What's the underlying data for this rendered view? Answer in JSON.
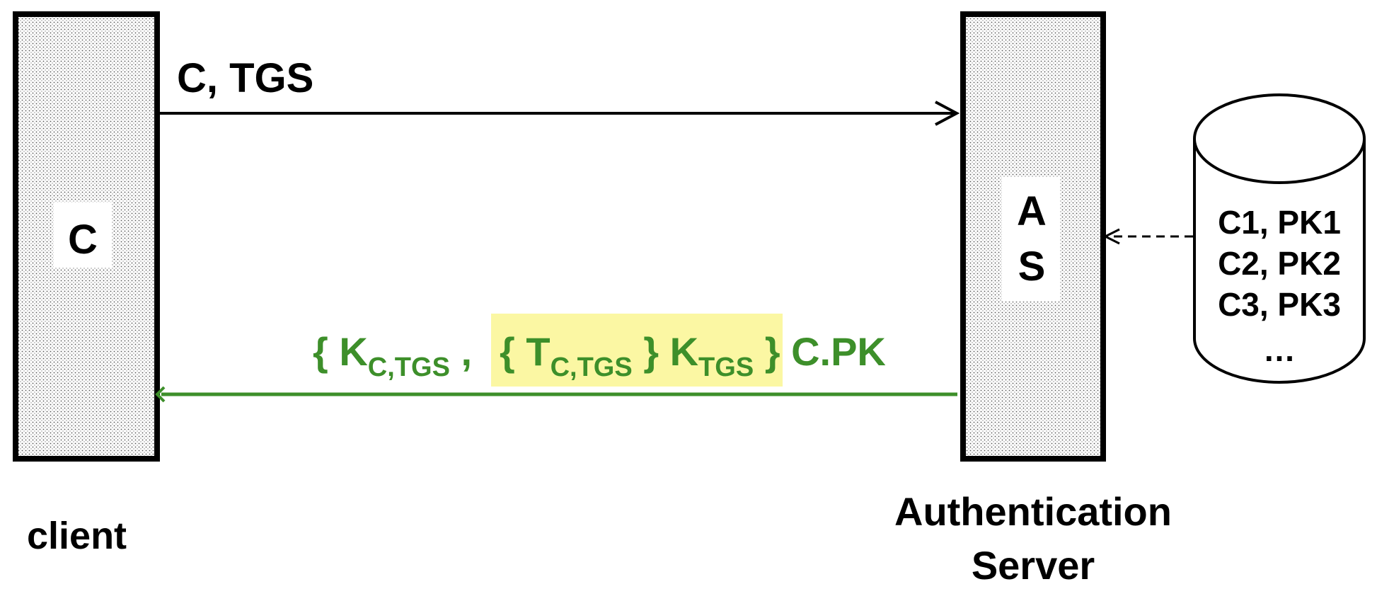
{
  "client": {
    "box_label": "C",
    "caption": "client"
  },
  "server": {
    "box_label_line1": "A",
    "box_label_line2": "S",
    "caption_line1": "Authentication",
    "caption_line2": "Server"
  },
  "request": {
    "label": "C, TGS"
  },
  "response": {
    "open_brace": "{ K",
    "k_sub": "C,TGS",
    "comma": " ,",
    "ticket_open": "{ T",
    "t_sub": "C,TGS",
    "ticket_close": " } K",
    "ktgs_sub": "TGS",
    "close": " } C.PK"
  },
  "database": {
    "rows": [
      "C1, PK1",
      "C2, PK2",
      "C3, PK3",
      "…"
    ]
  },
  "colors": {
    "response_green": "#3d8f2a",
    "highlight": "#fbf7a3",
    "stroke": "#000000"
  }
}
